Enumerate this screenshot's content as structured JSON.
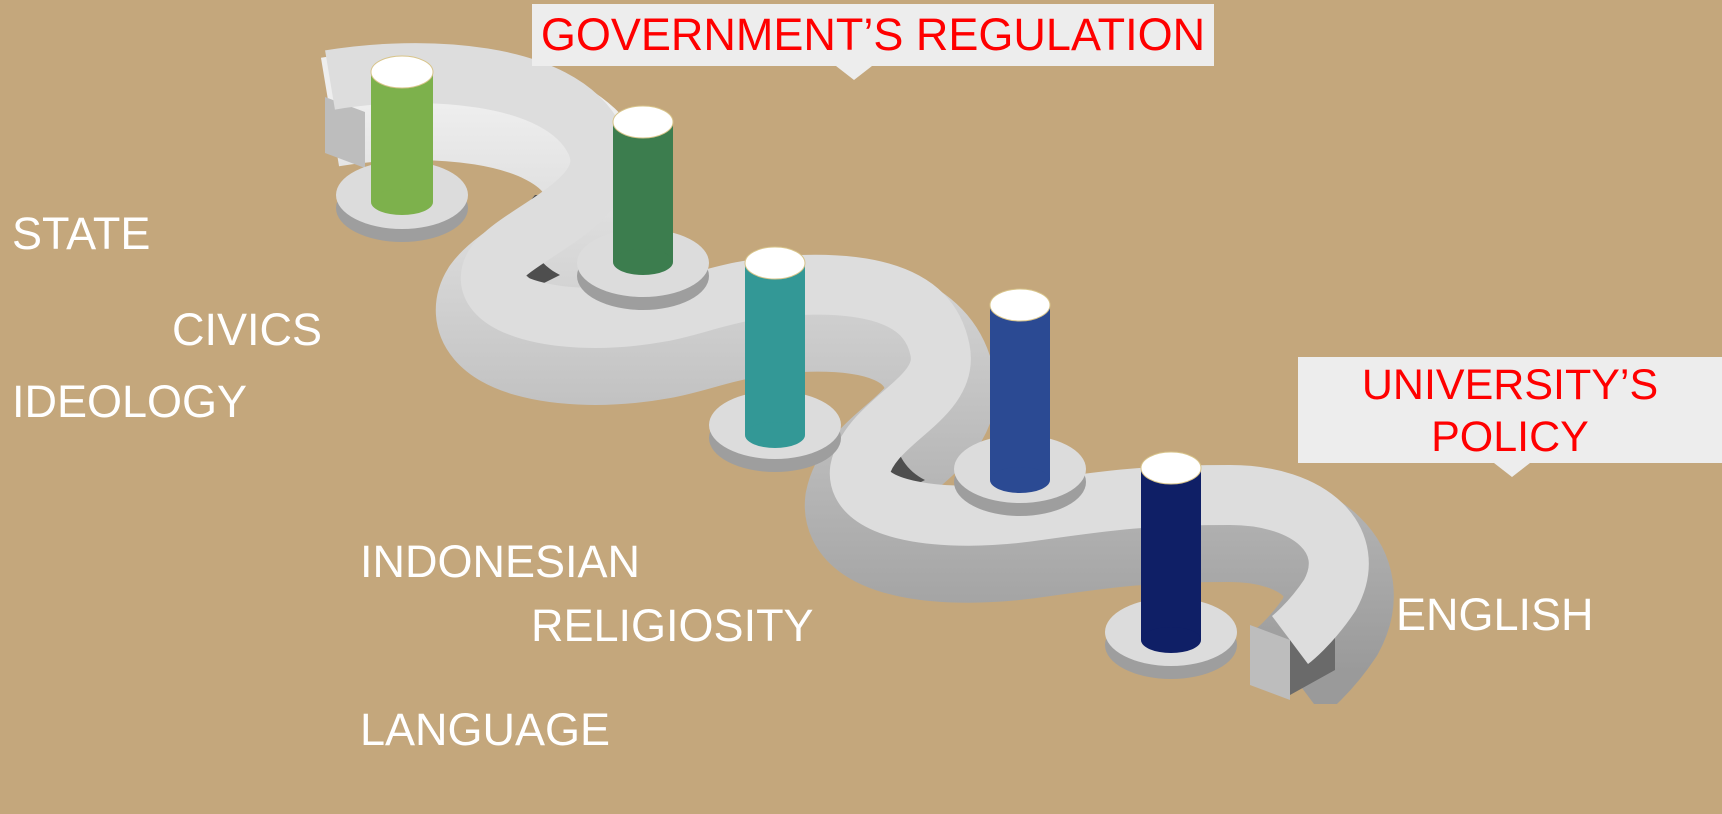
{
  "callouts": {
    "government": "GOVERNMENT’S REGULATION",
    "university_line1": "UNIVERSITY’S",
    "university_line2": "POLICY"
  },
  "labels": {
    "state_ideology_line1": "STATE",
    "state_ideology_line2": "IDEOLOGY",
    "civics": "CIVICS",
    "indonesian_line1": "INDONESIAN",
    "indonesian_line2": "LANGUAGE",
    "religiosity": "RELIGIOSITY",
    "english": "ENGLISH"
  },
  "pillars": [
    {
      "name": "state-ideology",
      "color": "#7db14c"
    },
    {
      "name": "civics",
      "color": "#3c7d4e"
    },
    {
      "name": "indonesian-language",
      "color": "#339896"
    },
    {
      "name": "religiosity",
      "color": "#2b4a93"
    },
    {
      "name": "english",
      "color": "#0f1f66"
    }
  ],
  "colors": {
    "background": "#c4a77c",
    "road": "#dddddd",
    "callout_text": "#ff0000",
    "label_text": "#ffffff"
  }
}
